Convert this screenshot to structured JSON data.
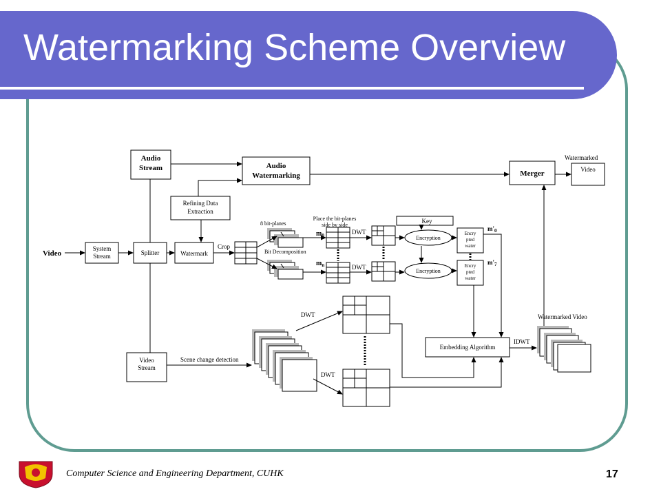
{
  "slide": {
    "title": "Watermarking Scheme Overview",
    "footer": "Computer Science and Engineering Department, CUHK",
    "page_number": "17"
  },
  "colors": {
    "title_bar": "#6667cc",
    "frame": "#5f9c91",
    "crest": "#c8102e"
  },
  "diagram": {
    "video": "Video",
    "system_stream_1": "System",
    "system_stream_2": "Stream",
    "splitter": "Splitter",
    "audio_stream_1": "Audio",
    "audio_stream_2": "Stream",
    "audio_wm_1": "Audio",
    "audio_wm_2": "Watermarking",
    "merger": "Merger",
    "watermarked_label": "Watermarked",
    "video_out": "Video",
    "refining_1": "Refining Data",
    "refining_2": "Extraction",
    "watermark": "Watermark",
    "crop": "Crop",
    "bitplanes_8": "8 bit-planes",
    "bit_decomposition": "Bit Decomposition",
    "place_1": "Place the bit-planes",
    "place_2": "side by side",
    "m0": "m",
    "m0_sub": "0",
    "mn": "m",
    "mn_sub": "n",
    "dwt_top": "DWT",
    "dwt_bottom": "DWT",
    "key": "Key",
    "encryption_top": "Encryption",
    "encryption_bottom": "Encryption",
    "enc_top_1": "Encry",
    "enc_top_2": "pted",
    "enc_top_3": "water",
    "enc_bot_1": "Encry",
    "enc_bot_2": "pted",
    "enc_bot_3": "water",
    "m_prime_0": "m'",
    "m_prime_0_sub": "0",
    "m_prime_7": "m'",
    "m_prime_7_sub": "7",
    "video_stream_1": "Video",
    "video_stream_2": "Stream",
    "scene_change": "Scene change detection",
    "dwt_frame_top": "DWT",
    "dwt_frame_bottom": "DWT",
    "embedding": "Embedding Algorithm",
    "idwt": "IDWT",
    "watermarked_video": "Watermarked Video"
  }
}
